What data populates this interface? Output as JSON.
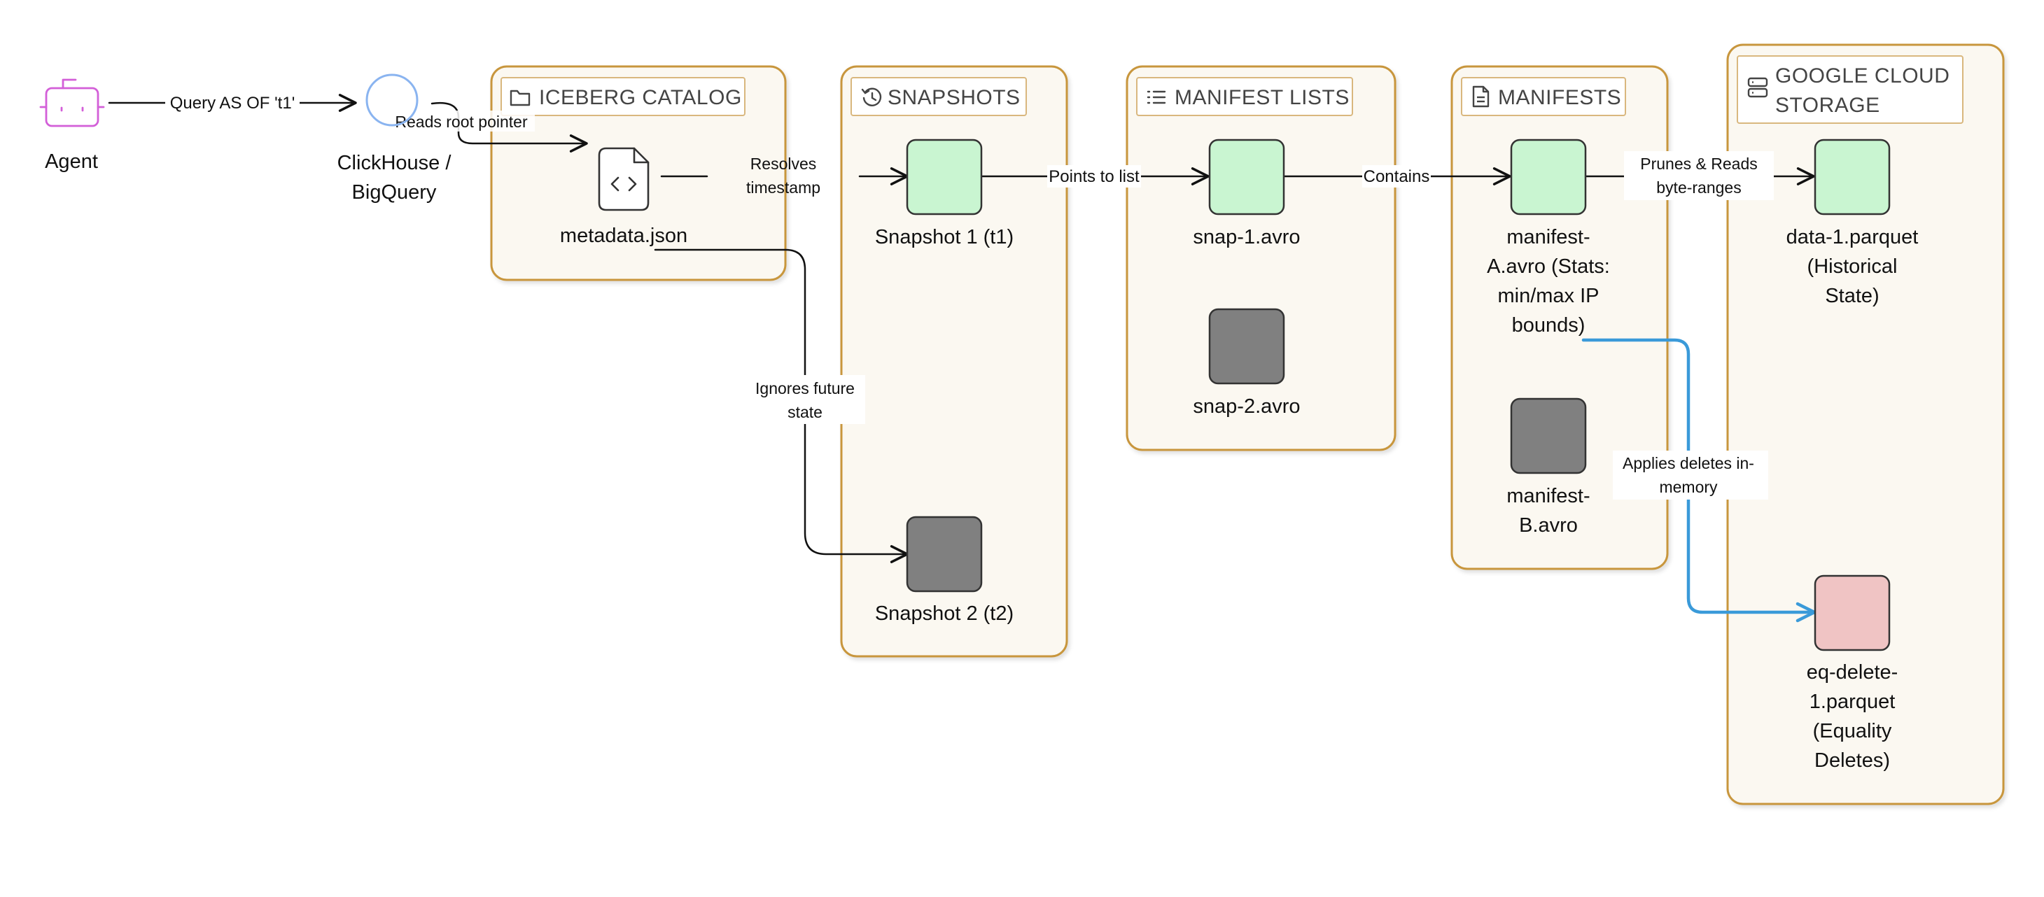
{
  "colors": {
    "group_stroke": "#c8963c",
    "group_fill": "#fbf8f1",
    "node_active": "#c9f5d1",
    "node_inactive": "#808080",
    "node_delete": "#f0c4c4",
    "edge": "#111111",
    "edge_delete": "#3a9ad9",
    "agent": "#d35fd8",
    "engine": "#8ab4f0"
  },
  "groups": {
    "catalog": {
      "title": "ICEBERG CATALOG",
      "icon": "folder-icon"
    },
    "snapshots": {
      "title": "SNAPSHOTS",
      "icon": "history-icon"
    },
    "manifest_lists": {
      "title": "MANIFEST LISTS",
      "icon": "list-icon"
    },
    "manifests": {
      "title": "MANIFESTS",
      "icon": "document-icon"
    },
    "storage": {
      "title_line1": "GOOGLE CLOUD",
      "title_line2": "STORAGE",
      "icon": "storage-icon"
    }
  },
  "nodes": {
    "agent": {
      "label": "Agent",
      "icon": "robot-icon"
    },
    "engine": {
      "label_line1": "ClickHouse /",
      "label_line2": "BigQuery",
      "icon": "circle-icon"
    },
    "metadata": {
      "label": "metadata.json",
      "icon": "code-file-icon"
    },
    "snapshot1": {
      "label": "Snapshot 1 (t1)"
    },
    "snapshot2": {
      "label": "Snapshot 2 (t2)"
    },
    "snap1avro": {
      "label": "snap-1.avro"
    },
    "snap2avro": {
      "label": "snap-2.avro"
    },
    "manifestA": {
      "line1": "manifest-",
      "line2": "A.avro (Stats:",
      "line3": "min/max IP",
      "line4": "bounds)"
    },
    "manifestB": {
      "line1": "manifest-",
      "line2": "B.avro"
    },
    "data1": {
      "line1": "data-1.parquet",
      "line2": "(Historical",
      "line3": "State)"
    },
    "eqdelete": {
      "line1": "eq-delete-",
      "line2": "1.parquet",
      "line3": "(Equality",
      "line4": "Deletes)"
    }
  },
  "edges": {
    "query": "Query AS OF 't1'",
    "reads_root": "Reads root pointer",
    "resolves_line1": "Resolves",
    "resolves_line2": "timestamp",
    "points_to": "Points to list",
    "contains": "Contains",
    "prunes_line1": "Prunes & Reads",
    "prunes_line2": "byte-ranges",
    "ignores_line1": "Ignores future",
    "ignores_line2": "state",
    "applies_line1": "Applies deletes in-",
    "applies_line2": "memory"
  }
}
